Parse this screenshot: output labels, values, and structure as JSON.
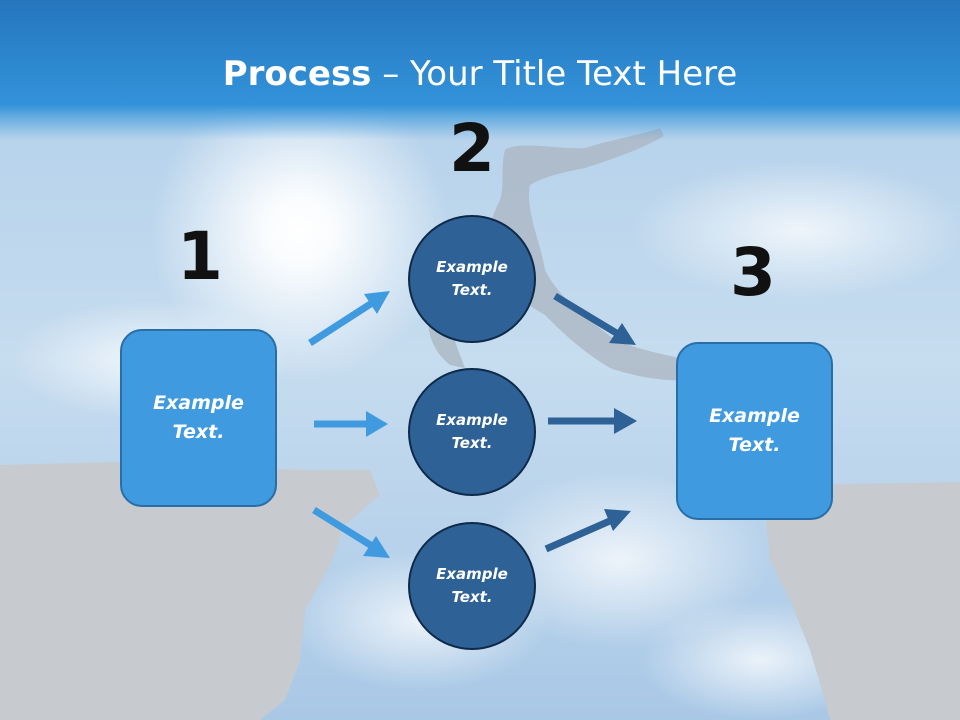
{
  "title": {
    "bold": "Process",
    "rest": " – Your Title Text Here"
  },
  "steps": {
    "one": {
      "number": "1",
      "line1": "Example",
      "line2": "Text."
    },
    "two": {
      "number": "2"
    },
    "three": {
      "number": "3",
      "line1": "Example",
      "line2": "Text."
    }
  },
  "circles": [
    {
      "line1": "Example",
      "line2": "Text."
    },
    {
      "line1": "Example",
      "line2": "Text."
    },
    {
      "line1": "Example",
      "line2": "Text."
    }
  ],
  "colors": {
    "header": "#2f8fd8",
    "box_fill": "#3f9ae0",
    "circle_fill": "#2e6196",
    "arrow_left": "#3f9ae0",
    "arrow_right": "#2e6196"
  }
}
